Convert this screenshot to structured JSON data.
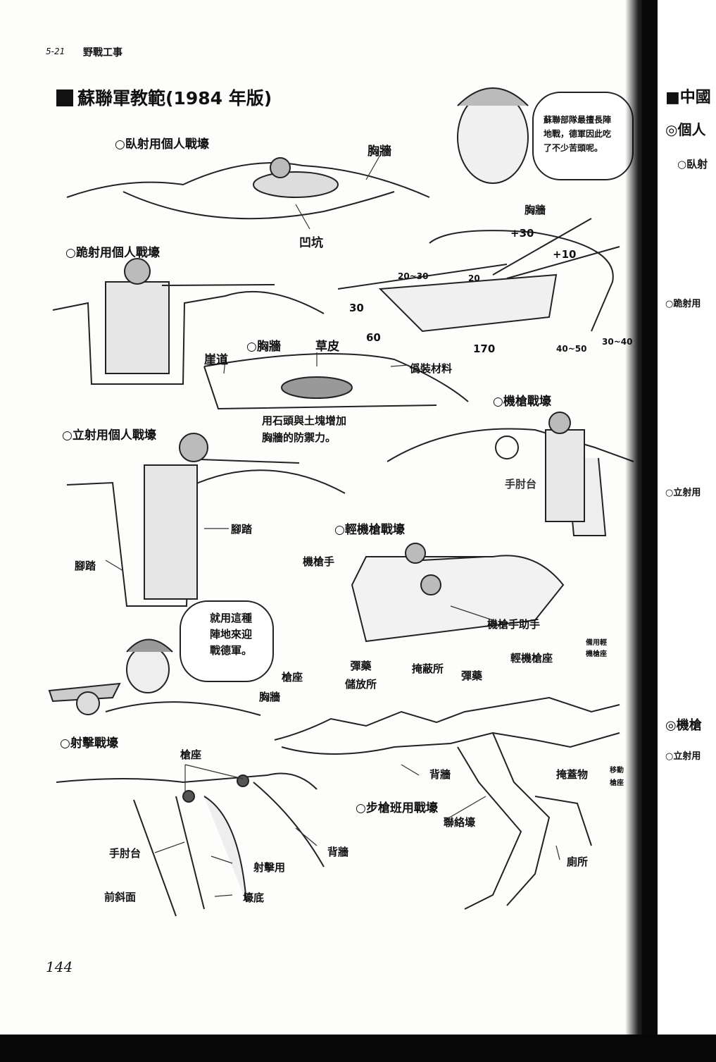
{
  "header": {
    "section": "5-21",
    "title": "野戰工事"
  },
  "main_heading": "蘇聯軍教範(1984 年版)",
  "page_number": "144",
  "labels": {
    "prone": "○臥射用個人戰壕",
    "parapet_top": "胸牆",
    "pit": "凹坑",
    "kneeling": "○跪射用個人戰壕",
    "parapet_diag": "胸牆",
    "dim_plus30": "+30",
    "dim_plus10": "+10",
    "dim_20_30": "20~30",
    "dim_20": "20",
    "dim_30": "30",
    "dim_60": "60",
    "dim_170": "170",
    "dim_40_50": "40~50",
    "dim_30_40": "30~40",
    "cliff": "崖道",
    "parapet_section": "○胸牆",
    "turf": "草皮",
    "camouflage": "僞裝材料",
    "reinforce_note": "用石頭與土塊增加\n胸牆的防禦力。",
    "mg_trench": "○機槍戰壕",
    "elbow_rest_mg": "手肘台",
    "standing": "○立射用個人戰壕",
    "footstep_right": "腳踏",
    "footstep_left": "腳踏",
    "lmg_trench": "○輕機槍戰壕",
    "gunner": "機槍手",
    "assistant": "機槍手助手",
    "soldier_bubble": "就用這種\n陣地來迎\n戰德軍。",
    "officer_bubble": "蘇聯部隊最擅長陣\n地戰，德軍因此吃\n了不少苦頭呢。",
    "gun_emplacement": "槍座",
    "parapet_squad": "胸牆",
    "ammo_store": "彈藥\n儲放所",
    "shelter": "掩蔽所",
    "ammo": "彈藥",
    "lmg_mount": "輕機槍座",
    "spare_lmg": "備用輕\n機槍座",
    "firing_trench": "○射擊戰壕",
    "gun_emplacement2": "槍座",
    "back_wall": "背牆",
    "squad_trench": "○步槍班用戰壕",
    "comm_trench": "聯絡壕",
    "cover": "掩蓋物",
    "mobile_mount": "移動\n槍座",
    "elbow_rest": "手肘台",
    "back_wall2": "背牆",
    "firing_step": "射擊用",
    "front_slope": "前斜面",
    "trench_floor": "壕底",
    "latrine": "廁所"
  },
  "next_page": {
    "heading": "■中國",
    "sub": "◎個人",
    "item1": "○臥射",
    "item2": "○跪射用",
    "item3": "○立射用",
    "mg": "◎機槍",
    "item4": "○立射用"
  }
}
